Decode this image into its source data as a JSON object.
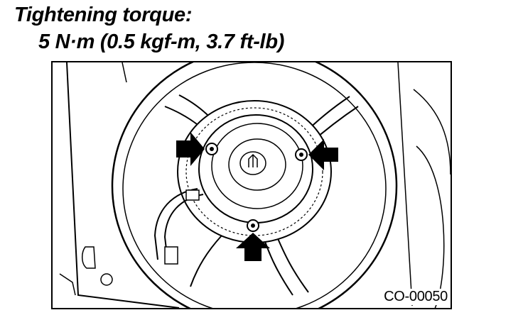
{
  "heading": {
    "title": "Tightening torque:",
    "value": "5 N·m (0.5 kgf-m, 3.7 ft-lb)"
  },
  "figure": {
    "code": "CO-00050",
    "callouts": [
      {
        "name": "bolt-left",
        "arrow": "right"
      },
      {
        "name": "bolt-right",
        "arrow": "left"
      },
      {
        "name": "bolt-bottom",
        "arrow": "up"
      }
    ]
  }
}
